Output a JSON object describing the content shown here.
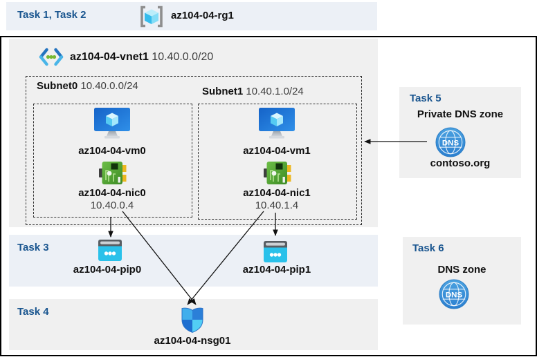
{
  "colors": {
    "task_label_blue": "#19558F",
    "panel_gray": "#F0F0F0",
    "panel_blue_gray": "#ECF0F6",
    "azure_blue": "#2E86DC",
    "vm_monitor_blue": "#1E79D8",
    "pip_cyan": "#2AC1EA",
    "nic_green": "#4F9E2F",
    "dns_circle_blue": "#2F86D6",
    "arrow_black": "#111111"
  },
  "header": {
    "tasks": "Task 1, Task 2",
    "resource_group": "az104-04-rg1"
  },
  "vnet": {
    "name": "az104-04-vnet1",
    "cidr": "10.40.0.0/20",
    "subnets": [
      {
        "name": "Subnet0",
        "cidr": "10.40.0.0/24",
        "vm": "az104-04-vm0",
        "nic": "az104-04-nic0",
        "ip": "10.40.0.4"
      },
      {
        "name": "Subnet1",
        "cidr": "10.40.1.0/24",
        "vm": "az104-04-vm1",
        "nic": "az104-04-nic1",
        "ip": "10.40.1.4"
      }
    ]
  },
  "task3": {
    "label": "Task 3",
    "pips": [
      "az104-04-pip0",
      "az104-04-pip1"
    ]
  },
  "task4": {
    "label": "Task 4",
    "nsg": "az104-04-nsg01"
  },
  "task5": {
    "label": "Task 5",
    "title": "Private DNS zone",
    "zone": "contoso.org",
    "icon_text": "DNS"
  },
  "task6": {
    "label": "Task 6",
    "title": "DNS zone",
    "icon_text": "DNS"
  }
}
